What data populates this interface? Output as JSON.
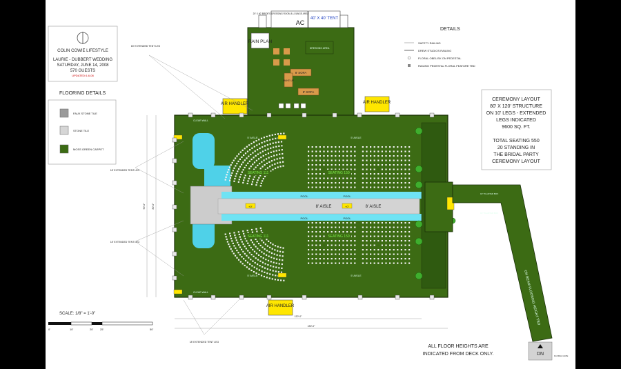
{
  "title_block": {
    "brand": "COLIN COWIE LIFESTYLE",
    "event": "LAURIE - DUBBERT WEDDING",
    "date": "SATURDAY, JUNE 14, 2008",
    "guests": "570 GUESTS",
    "updated": "UPDATED 6-6-08"
  },
  "flooring": {
    "heading": "FLOORING DETAILS",
    "items": [
      {
        "label": "FAUX STONE TILE",
        "color": "#9a9a9a"
      },
      {
        "label": "STONE TILE",
        "color": "#d6d6d6"
      },
      {
        "label": "MOSS GREEN CARPET",
        "color": "#3c6b14"
      }
    ]
  },
  "details": {
    "heading": "DETAILS",
    "items": [
      "SAFETY RAILING",
      "DREW STUDIOS RAILING",
      "FLORAL OBELISK ON PEDESTAL",
      "RAILING PEDESTAL FLORAL FEATURE TBD"
    ]
  },
  "ceremony": {
    "lines": [
      "CEREMONY LAYOUT",
      "80' X 120' STRUCTURE",
      "ON 10' LEGS - EXTENDED",
      "LEGS INDICATED",
      "9600 SQ. FT."
    ],
    "seating_lines": [
      "TOTAL SEATING 550",
      "20 STANDING IN",
      "THE BRIDAL PARTY",
      "CEREMONY LAYOUT"
    ]
  },
  "tent": {
    "lounge": "20' X 40' BRIDE'S DRESSING ROOM & LOUNGE AREA",
    "ac": "AC",
    "tent40": "40' X 40' TENT",
    "rain_plan": "RAIN PLAN",
    "sofa_a": "8' SOFA",
    "sofa_b": "8' SOFA",
    "make_up": "MAKE UP",
    "dressing": "DRESSING AREA"
  },
  "air_handler": "AIR HANDLER",
  "seating_labels": [
    "SEATING 111",
    "SEATING 150",
    "SEATING 111",
    "SEATING 150"
  ],
  "aisles": {
    "side": "5' AISLE",
    "center": "8' AISLE",
    "pool": "POOL",
    "level": "+0\""
  },
  "tent_leg_labels": [
    "18' EXTENDED TENT LEG",
    "18' EXTENDED TENT LEG",
    "18' EXTENDED TENT LEG",
    "18' EXTENDED TENT LEG"
  ],
  "walkway": {
    "planter_a": "18\" PLANTER BOX",
    "planter_b": "18\" PLANTER BOX",
    "flooring": "ON BEAM FLOORING HEIGHT TBD",
    "dn": "DN",
    "floral": "FLORAL GATE"
  },
  "dims": {
    "width": "120'-0\"",
    "total": "130'-0\"",
    "depth": "80'-0\"",
    "depth2": "90'-0\""
  },
  "clear_wall": "CLEAR WALL",
  "scale": {
    "label": "SCALE: 1/8\" = 1'-0\"",
    "ticks": [
      "0'",
      "10'",
      "20'",
      "25'",
      "50'"
    ]
  },
  "note": [
    "ALL FLOOR HEIGHTS ARE",
    "INDICATED FROM DECK ONLY."
  ]
}
